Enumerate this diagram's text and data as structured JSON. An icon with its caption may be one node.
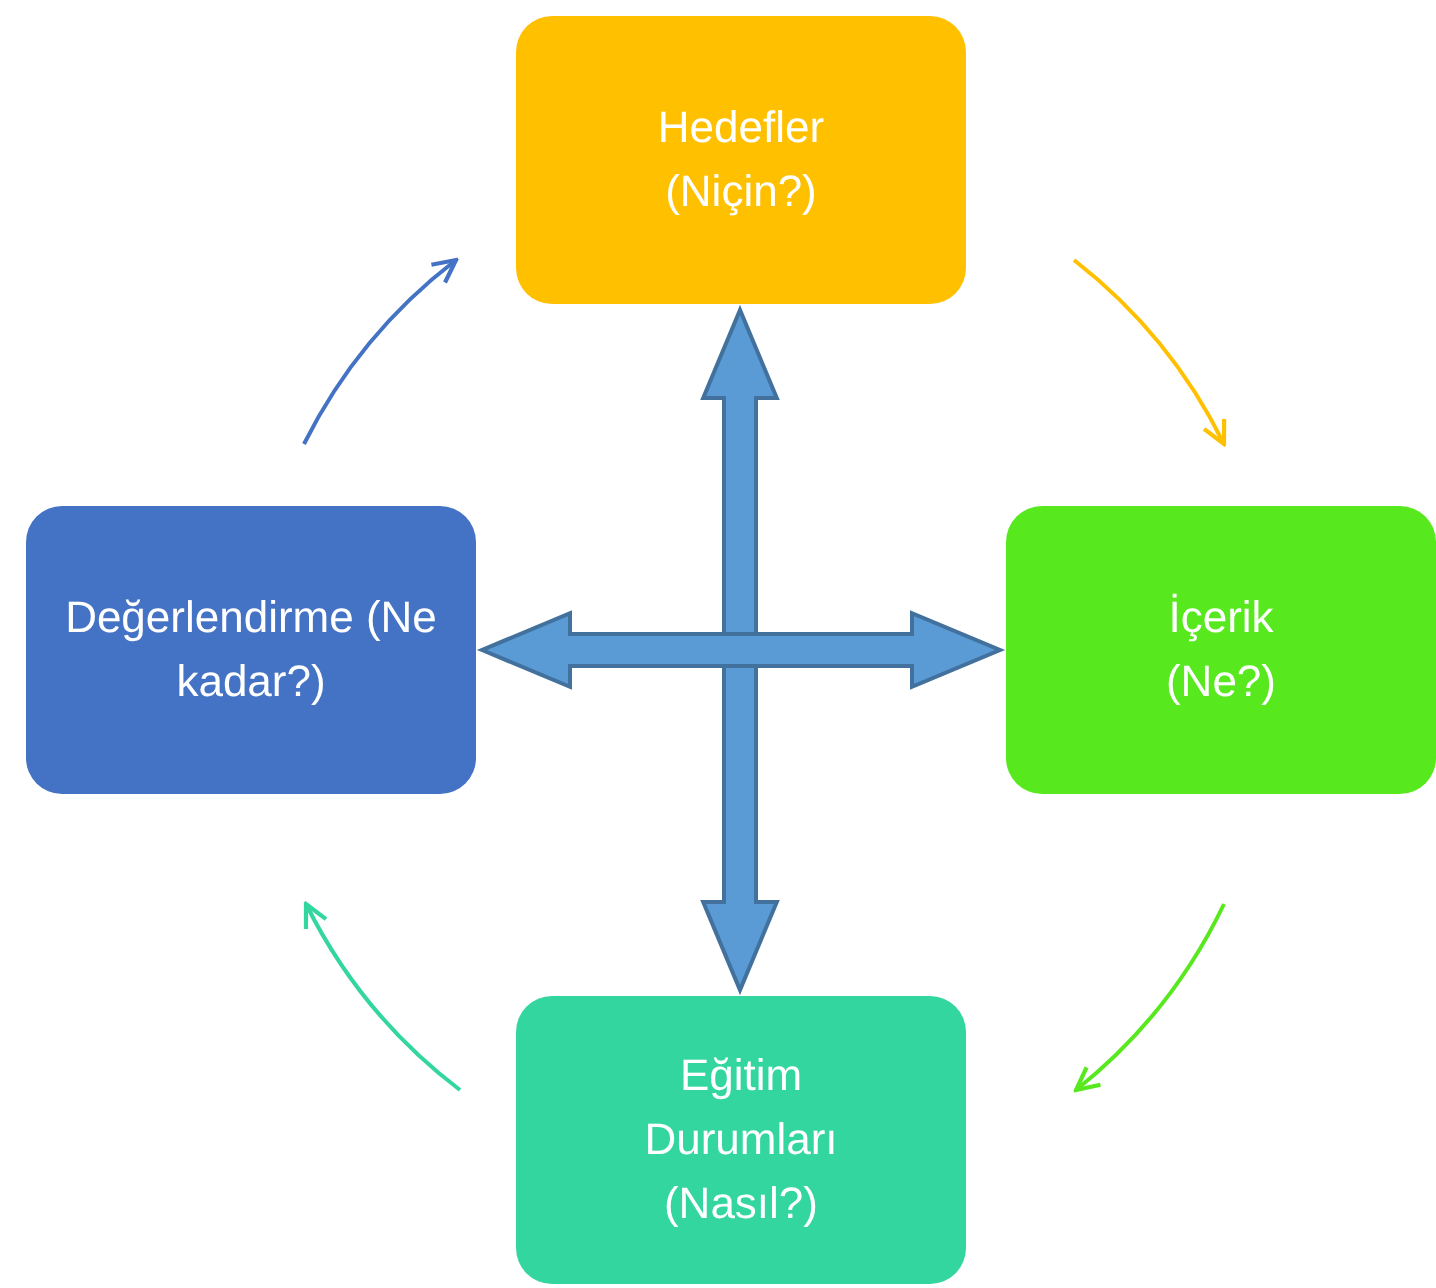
{
  "diagram": {
    "nodes": [
      {
        "text": [
          "Hedefler (Niçin?)"
        ]
      },
      {
        "text": [
          "İçerik (Ne?)"
        ]
      },
      {
        "text": [
          "Eğitim Durumları (Nasıl?)"
        ]
      },
      {
        "text": [
          "Değerlendirme (Ne kadar?)"
        ]
      }
    ],
    "edges": [
      {
        "from": 0,
        "to": 1,
        "arrow": "to",
        "color": "#ffc000"
      },
      {
        "from": 1,
        "to": 2,
        "arrow": "to",
        "color": "#57e91e"
      },
      {
        "from": 2,
        "to": 3,
        "arrow": "to",
        "color": "#33d69f"
      },
      {
        "from": 3,
        "to": 0,
        "arrow": "to",
        "color": "#4472c4"
      },
      {
        "from": 0,
        "to": 2,
        "arrow": "both",
        "style": "thick",
        "color": "#5b9bd5"
      },
      {
        "from": 3,
        "to": 1,
        "arrow": "both",
        "style": "thick",
        "color": "#5b9bd5"
      }
    ]
  }
}
